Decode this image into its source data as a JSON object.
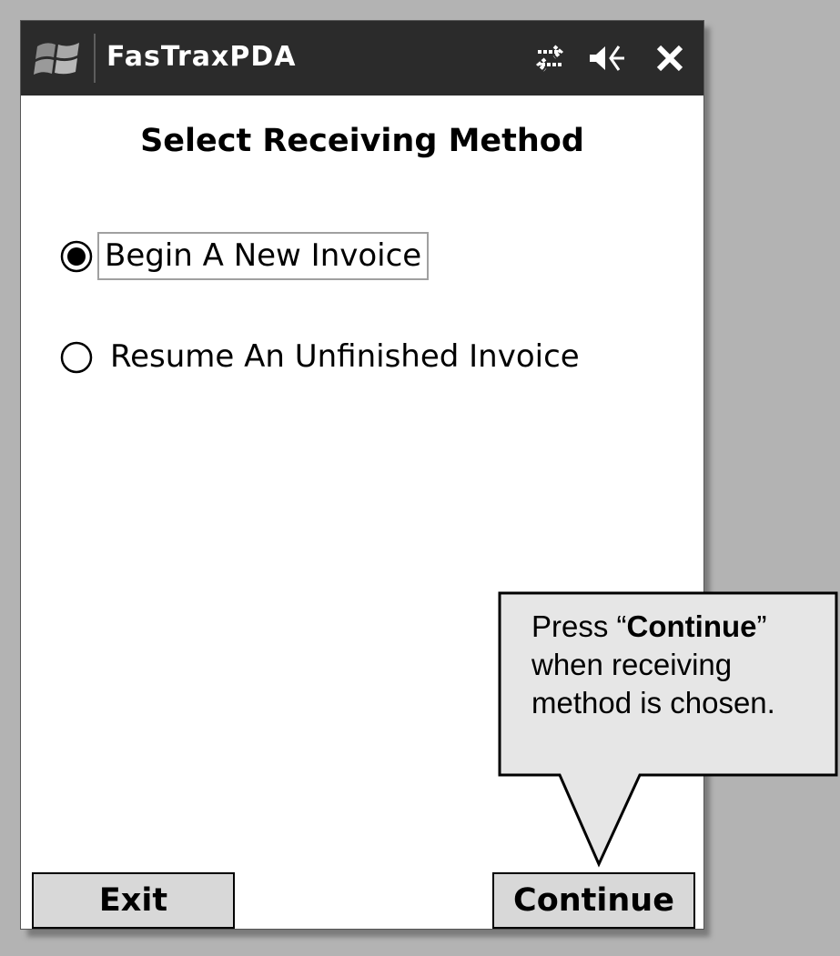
{
  "titlebar": {
    "app_title": "FasTraxPDA",
    "background": "#2b2b2b",
    "icons": [
      "windows-start-icon",
      "connectivity-icon",
      "volume-icon",
      "close-icon"
    ]
  },
  "heading": "Select Receiving Method",
  "options": [
    {
      "label": "Begin A New Invoice",
      "selected": true
    },
    {
      "label": "Resume An Unfinished Invoice",
      "selected": false
    }
  ],
  "buttons": {
    "exit": "Exit",
    "continue": "Continue"
  },
  "callout": {
    "before": "Press “",
    "emphasis": "Continue",
    "after": "”",
    "line2": "when receiving",
    "line3": "method is chosen."
  },
  "colors": {
    "page_background": "#b3b3b3",
    "button_fill": "#d8d8d8",
    "callout_fill": "#e6e6e6"
  }
}
